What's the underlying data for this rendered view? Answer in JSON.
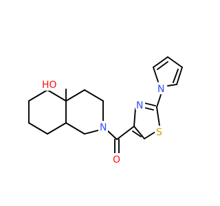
{
  "molecule": {
    "atom_labels": {
      "hydroxyl": "HO",
      "ring_nitrogen": "N",
      "carbonyl_oxygen": "O",
      "thiazole_nitrogen": "N",
      "thiazole_sulfur": "S",
      "pyrrole_nitrogen": "N"
    },
    "colors": {
      "bond": "#000000",
      "oxygen": "#ff0d0d",
      "nitrogen": "#3050f8",
      "sulfur": "#c8a000"
    }
  }
}
